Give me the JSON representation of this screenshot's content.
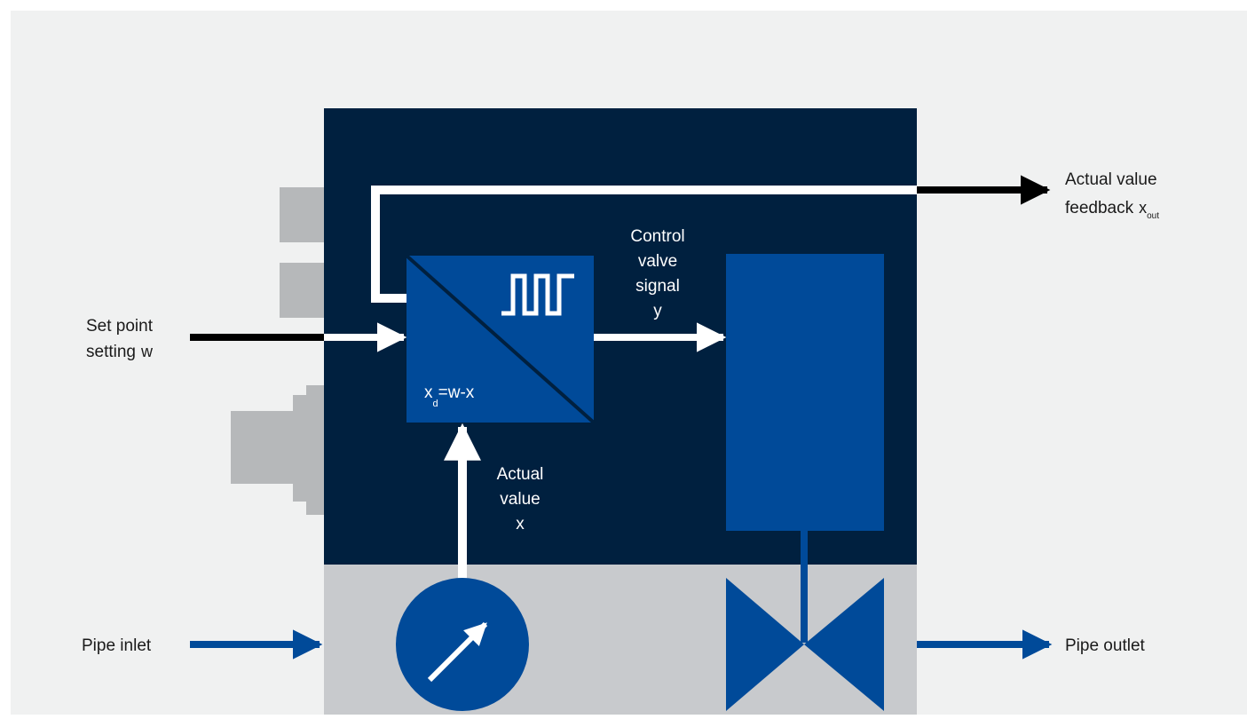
{
  "colors": {
    "page_bg": "#f0f1f1",
    "housing": "#00203f",
    "piping_section": "#c8cacd",
    "side_connectors": "#b6b8ba",
    "component_blue": "#004a99",
    "signal_black": "#000000",
    "signal_white": "#ffffff"
  },
  "labels": {
    "set_point_line1": "Set point",
    "set_point_line2": "setting",
    "set_point_symbol": "w",
    "feedback_line1": "Actual value",
    "feedback_line2": "feedback",
    "feedback_symbol": "x",
    "feedback_subscript": "out",
    "control_signal_line1": "Control",
    "control_signal_line2": "valve",
    "control_signal_line3": "signal",
    "control_signal_symbol": "y",
    "actual_value_line1": "Actual",
    "actual_value_line2": "value",
    "actual_value_symbol": "x",
    "controller_formula_x": "x",
    "controller_formula_sub": "d",
    "controller_formula_rest": "=w-x",
    "pipe_inlet": "Pipe inlet",
    "pipe_outlet": "Pipe outlet"
  },
  "icons": {
    "controller": "pwm-square-wave-icon",
    "sensor": "gauge-arrow-icon",
    "valve": "butterfly-valve-icon",
    "actuator": "valve-actuator-block"
  }
}
